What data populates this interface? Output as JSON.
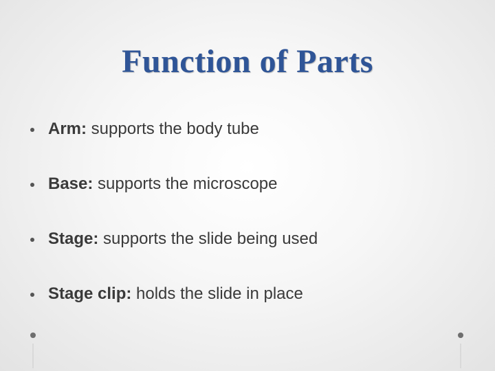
{
  "slide": {
    "title": "Function of Parts",
    "accent_color": "#2f5597",
    "bullets": [
      {
        "term": "Arm:",
        "text": " supports the body tube"
      },
      {
        "term": "Base:",
        "text": " supports the microscope"
      },
      {
        "term": "Stage:",
        "text": " supports the slide being used"
      },
      {
        "term": "Stage clip:",
        "text": " holds the slide in place"
      }
    ]
  }
}
